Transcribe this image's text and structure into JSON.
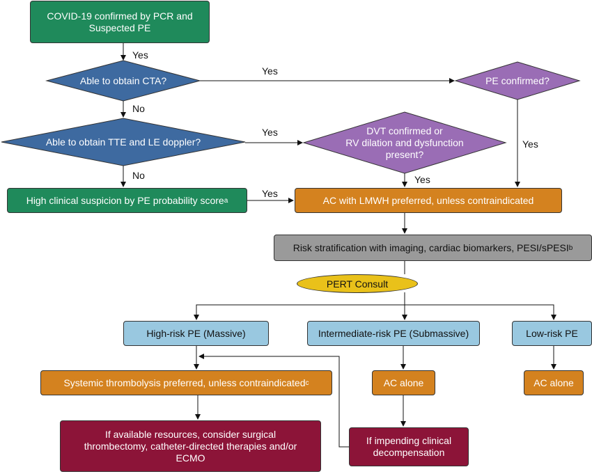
{
  "nodes": {
    "start": {
      "line1": "COVID-19 confirmed by PCR and",
      "line2": "Suspected PE"
    },
    "cta": "Able to obtain CTA?",
    "pe_confirmed": "PE confirmed?",
    "tte": "Able to obtain TTE and LE doppler?",
    "dvt": {
      "line1": "DVT confirmed or",
      "line2": "RV dilation and dysfunction",
      "line3": "present?"
    },
    "high_suspicion": {
      "text": "High clinical suspicion by PE probability score",
      "sup": "a"
    },
    "ac_lmwh": "AC with LMWH preferred, unless contraindicated",
    "risk": {
      "text": "Risk stratification with imaging, cardiac biomarkers, PESI/sPESI",
      "sup": "b"
    },
    "pert": "PERT Consult",
    "high_risk": "High-risk PE (Massive)",
    "intermediate_risk": "Intermediate-risk PE (Submassive)",
    "low_risk": "Low-risk PE",
    "thrombolysis": {
      "text": "Systemic thrombolysis preferred, unless contraindicated",
      "sup": "c"
    },
    "ac_alone_mid": "AC alone",
    "ac_alone_low": "AC alone",
    "surgical": {
      "line1": "If available resources, consider surgical",
      "line2": "thrombectomy, catheter-directed therapies and/or",
      "line3": "ECMO"
    },
    "decompensation": {
      "line1": "If impending clinical",
      "line2": "decompensation"
    }
  },
  "edge_labels": {
    "start_yes": "Yes",
    "cta_yes": "Yes",
    "cta_no": "No",
    "pe_yes": "Yes",
    "tte_yes": "Yes",
    "tte_no": "No",
    "dvt_yes": "Yes",
    "suspicion_yes": "Yes"
  },
  "colors": {
    "green": "#1f8a5b",
    "blue_diamond": "#3e6aa0",
    "purple_diamond": "#9a6db5",
    "orange": "#d4821f",
    "gray": "#9a9a9a",
    "light_blue": "#99c8e0",
    "maroon": "#8c1438",
    "yellow": "#e9c11a"
  }
}
